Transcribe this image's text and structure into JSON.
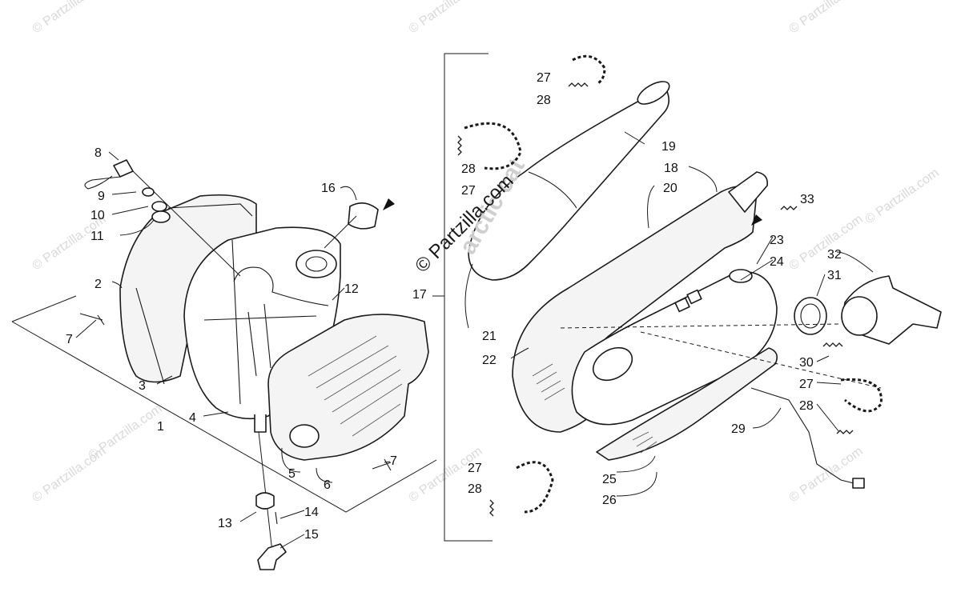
{
  "watermarks": {
    "center": "© Partzilla.com",
    "repeat": [
      "© Partzilla.com",
      "© Partzilla.com",
      "© Partzilla.com",
      "© Partzilla.com",
      "© Partzilla.com",
      "© Partzilla.com",
      "© Partzilla.com",
      "© Partzilla.com",
      "© Partzilla.com",
      "© Partzilla.com"
    ]
  },
  "brand_text": "arctic cat",
  "callouts": {
    "c1": "1",
    "c2": "2",
    "c3": "3",
    "c4": "4",
    "c5": "5",
    "c6": "6",
    "c7a": "7",
    "c7b": "7",
    "c8": "8",
    "c9": "9",
    "c10": "10",
    "c11": "11",
    "c12": "12",
    "c13": "13",
    "c14": "14",
    "c15": "15",
    "c16": "16",
    "c17": "17",
    "c18": "18",
    "c19": "19",
    "c20": "20",
    "c21": "21",
    "c22": "22",
    "c23": "23",
    "c24": "24",
    "c25": "25",
    "c26": "26",
    "c27a": "27",
    "c27b": "27",
    "c27c": "27",
    "c27d": "27",
    "c28a": "28",
    "c28b": "28",
    "c28c": "28",
    "c28d": "28",
    "c29": "29",
    "c30": "30",
    "c31": "31",
    "c32": "32",
    "c33": "33"
  }
}
